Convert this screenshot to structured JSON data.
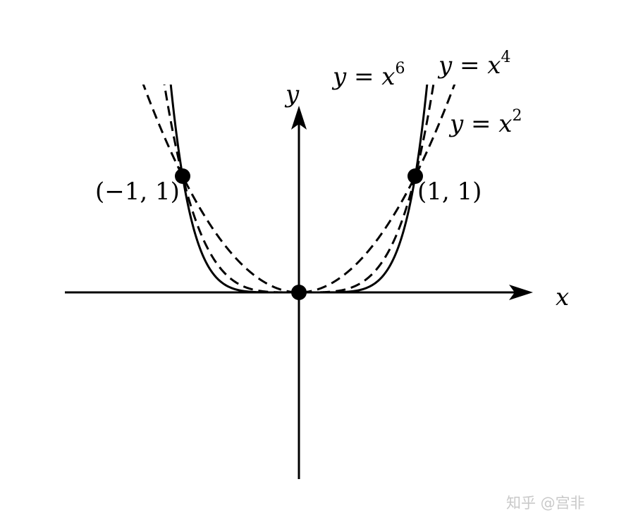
{
  "chart_data": {
    "type": "line",
    "title": "",
    "xlabel": "x",
    "ylabel": "y",
    "xlim": [
      -2.0,
      2.0
    ],
    "ylim": [
      -1.6,
      1.6
    ],
    "grid": false,
    "series": [
      {
        "name": "y = x^6",
        "label_base": "y = x",
        "label_exp": "6",
        "style": "solid",
        "x": [
          -1.11,
          -1.0,
          -0.9,
          -0.8,
          -0.7,
          -0.6,
          -0.5,
          -0.4,
          -0.3,
          -0.2,
          -0.1,
          0.0,
          0.1,
          0.2,
          0.3,
          0.4,
          0.5,
          0.6,
          0.7,
          0.8,
          0.9,
          1.0,
          1.11
        ],
        "y": [
          1.87,
          1.0,
          0.531,
          0.262,
          0.118,
          0.047,
          0.016,
          0.004,
          0.001,
          0.0,
          0.0,
          0.0,
          0.0,
          0.0,
          0.001,
          0.004,
          0.016,
          0.047,
          0.118,
          0.262,
          0.531,
          1.0,
          1.87
        ]
      },
      {
        "name": "y = x^4",
        "label_base": "y = x",
        "label_exp": "4",
        "style": "dashed",
        "x": [
          -1.17,
          -1.0,
          -0.9,
          -0.8,
          -0.7,
          -0.6,
          -0.5,
          -0.4,
          -0.3,
          -0.2,
          -0.1,
          0.0,
          0.1,
          0.2,
          0.3,
          0.4,
          0.5,
          0.6,
          0.7,
          0.8,
          0.9,
          1.0,
          1.17
        ],
        "y": [
          1.87,
          1.0,
          0.656,
          0.41,
          0.24,
          0.13,
          0.063,
          0.026,
          0.008,
          0.002,
          0.0,
          0.0,
          0.0,
          0.002,
          0.008,
          0.026,
          0.063,
          0.13,
          0.24,
          0.41,
          0.656,
          1.0,
          1.87
        ]
      },
      {
        "name": "y = x^2",
        "label_base": "y = x",
        "label_exp": "2",
        "style": "dashed",
        "x": [
          -1.31,
          -1.0,
          -0.8,
          -0.6,
          -0.4,
          -0.2,
          0.0,
          0.2,
          0.4,
          0.6,
          0.8,
          1.0,
          1.31
        ],
        "y": [
          1.72,
          1.0,
          0.64,
          0.36,
          0.16,
          0.04,
          0.0,
          0.04,
          0.16,
          0.36,
          0.64,
          1.0,
          1.72
        ]
      }
    ],
    "points": [
      {
        "x": -1,
        "y": 1,
        "label": "(−1, 1)"
      },
      {
        "x": 0,
        "y": 0,
        "label": ""
      },
      {
        "x": 1,
        "y": 1,
        "label": "(1, 1)"
      }
    ]
  },
  "watermark": "知乎 @宫非"
}
